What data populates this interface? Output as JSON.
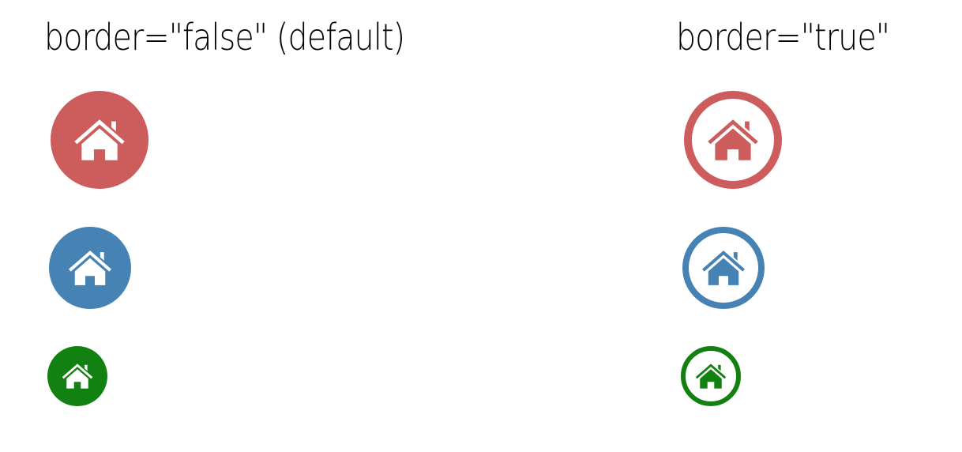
{
  "columns": [
    {
      "heading": "border=\"false\" (default)",
      "bordered": false,
      "badges": [
        {
          "icon": "home-icon",
          "color": "#cd5c5c",
          "size": "large"
        },
        {
          "icon": "home-icon",
          "color": "#4682b4",
          "size": "medium"
        },
        {
          "icon": "home-icon",
          "color": "#138112",
          "size": "small"
        }
      ]
    },
    {
      "heading": "border=\"true\"",
      "bordered": true,
      "badges": [
        {
          "icon": "home-icon",
          "color": "#cd5c5c",
          "size": "large"
        },
        {
          "icon": "home-icon",
          "color": "#4682b4",
          "size": "medium"
        },
        {
          "icon": "home-icon",
          "color": "#138112",
          "size": "small"
        }
      ]
    }
  ]
}
